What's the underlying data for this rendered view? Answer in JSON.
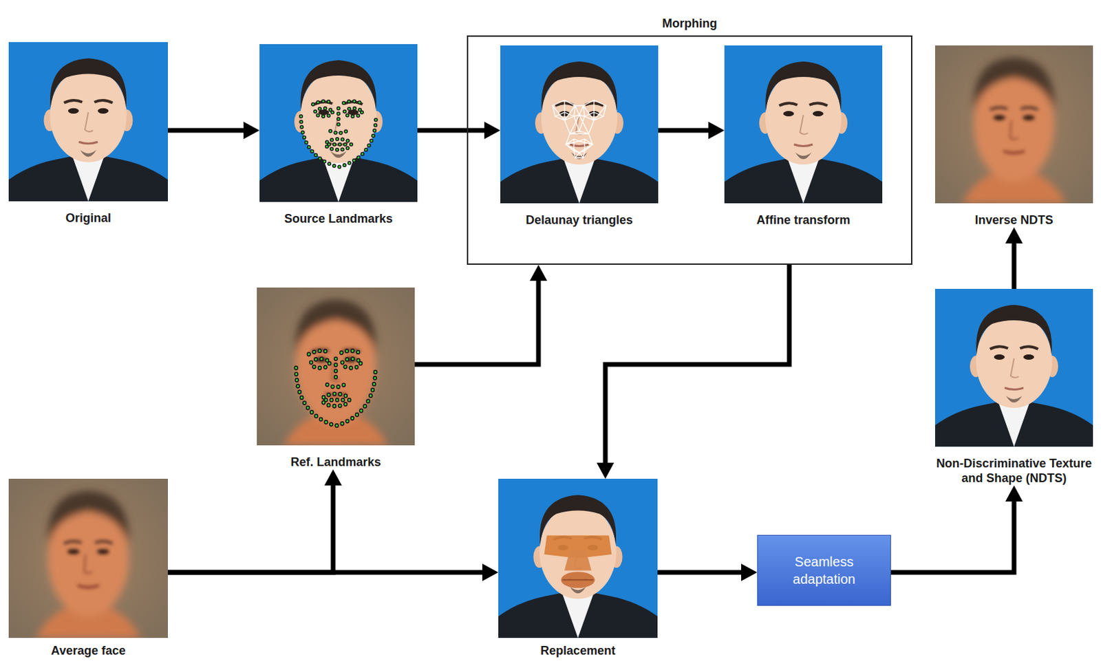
{
  "diagram": {
    "nodes": [
      {
        "text": [
          "Original"
        ]
      },
      {
        "text": [
          "Source Landmarks"
        ]
      },
      {
        "text": [
          "Morphing"
        ]
      },
      {
        "text": [
          "Delaunay triangles"
        ],
        "in": 2
      },
      {
        "text": [
          "Affine transform"
        ],
        "in": 2
      },
      {
        "text": [
          "Inverse NDTS"
        ]
      },
      {
        "text": [
          "Ref. Landmarks"
        ]
      },
      {
        "text": [
          "Non-Discriminative Texture and Shape (NDTS)"
        ]
      },
      {
        "text": [
          "Average face"
        ]
      },
      {
        "text": [
          "Replacement"
        ]
      },
      {
        "text": [
          "Seamless adaptation"
        ]
      }
    ],
    "edges": [
      {
        "from": 0,
        "to": 1,
        "arrow": "to"
      },
      {
        "from": 1,
        "to": 3,
        "arrow": "to"
      },
      {
        "from": 3,
        "to": 4,
        "arrow": "to"
      },
      {
        "from": 6,
        "to": 2,
        "arrow": "to"
      },
      {
        "from": 2,
        "to": 9,
        "arrow": "to"
      },
      {
        "from": 8,
        "to": 6,
        "arrow": "to"
      },
      {
        "from": 8,
        "to": 9,
        "arrow": "to"
      },
      {
        "from": 9,
        "to": 10,
        "arrow": "to"
      },
      {
        "from": 10,
        "to": 7,
        "arrow": "to"
      },
      {
        "from": 7,
        "to": 5,
        "arrow": "to"
      }
    ]
  }
}
